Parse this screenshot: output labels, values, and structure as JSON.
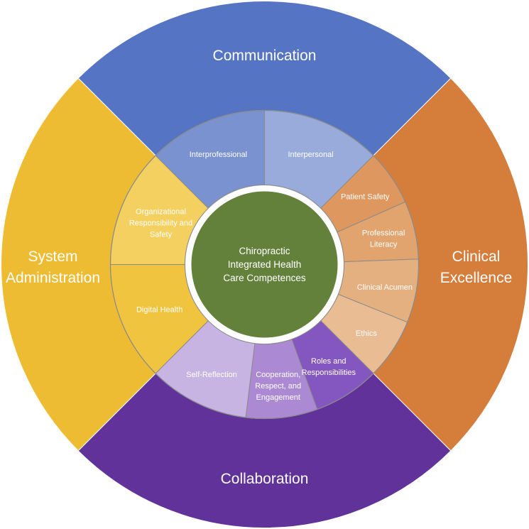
{
  "center": {
    "lines": [
      "Chiropractic",
      "Integrated Health",
      "Care Competences"
    ],
    "color": "#63813b"
  },
  "domains": [
    {
      "id": "communication",
      "lines": [
        "Communication"
      ],
      "color": "#5574c4",
      "competences": [
        {
          "lines": [
            "Interprofessional"
          ],
          "color": "#7a92d0"
        },
        {
          "lines": [
            "Interpersonal"
          ],
          "color": "#98abdb"
        }
      ]
    },
    {
      "id": "clinical-excellence",
      "lines": [
        "Clinical",
        "Excellence"
      ],
      "color": "#d57d3a",
      "competences": [
        {
          "lines": [
            "Patient Safety"
          ],
          "color": "#de985f"
        },
        {
          "lines": [
            "Professional",
            "Literacy"
          ],
          "color": "#e1a46f"
        },
        {
          "lines": [
            "Clinical Acumen"
          ],
          "color": "#e5b080"
        },
        {
          "lines": [
            "Ethics"
          ],
          "color": "#e9bc93"
        }
      ]
    },
    {
      "id": "collaboration",
      "lines": [
        "Collaboration"
      ],
      "color": "#61329a",
      "competences": [
        {
          "lines": [
            "Roles and",
            "Responsibilities"
          ],
          "color": "#8456c0"
        },
        {
          "lines": [
            "Cooperation,",
            "Respect, and",
            "Engagement"
          ],
          "color": "#ab8ad3"
        },
        {
          "lines": [
            "Self-Reflection"
          ],
          "color": "#c8b4e3"
        }
      ]
    },
    {
      "id": "system-administration",
      "lines": [
        "System",
        "Administration"
      ],
      "color": "#eebc33",
      "competences": [
        {
          "lines": [
            "Digital Health"
          ],
          "color": "#f1c440"
        },
        {
          "lines": [
            "Organizational",
            "Responsibility and",
            "Safety"
          ],
          "color": "#f3d05f"
        }
      ]
    }
  ]
}
